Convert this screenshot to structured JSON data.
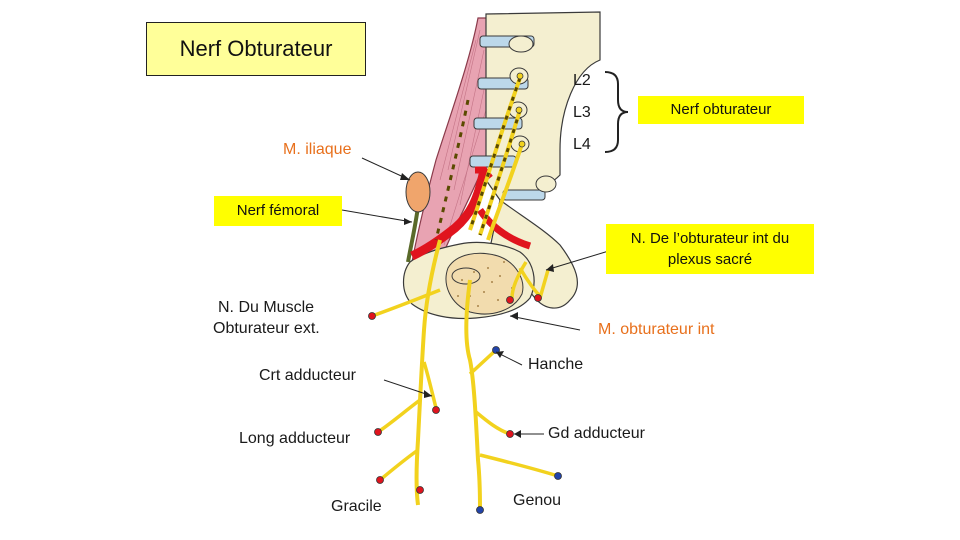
{
  "title": "Nerf Obturateur",
  "roots": [
    "L2",
    "L3",
    "L4"
  ],
  "labels": {
    "nerf_obturateur": "Nerf obturateur",
    "m_iliaque": "M. iliaque",
    "nerf_femoral": "Nerf fémoral",
    "n_obturateur_int_line1": "N. De l’obturateur int du",
    "n_obturateur_int_line2": "plexus sacré",
    "n_muscle_obt_ext_line1": "N. Du Muscle",
    "n_muscle_obt_ext_line2": "Obturateur ext.",
    "m_obturateur_int": "M. obturateur int",
    "hanche": "Hanche",
    "crt_adducteur": "Crt adducteur",
    "gd_adducteur": "Gd adducteur",
    "long_adducteur": "Long adducteur",
    "gracile": "Gracile",
    "genou": "Genou"
  },
  "colors": {
    "title_bg": "#ffff99",
    "label_box_bg": "#ffff00",
    "muscle_label": "#e8701c",
    "nerve": "#f2d21e",
    "artery": "#e0141e",
    "iliacus_muscle": "#e8a3b2",
    "bone": "#f4efd0",
    "disc": "#bcd8ea"
  }
}
